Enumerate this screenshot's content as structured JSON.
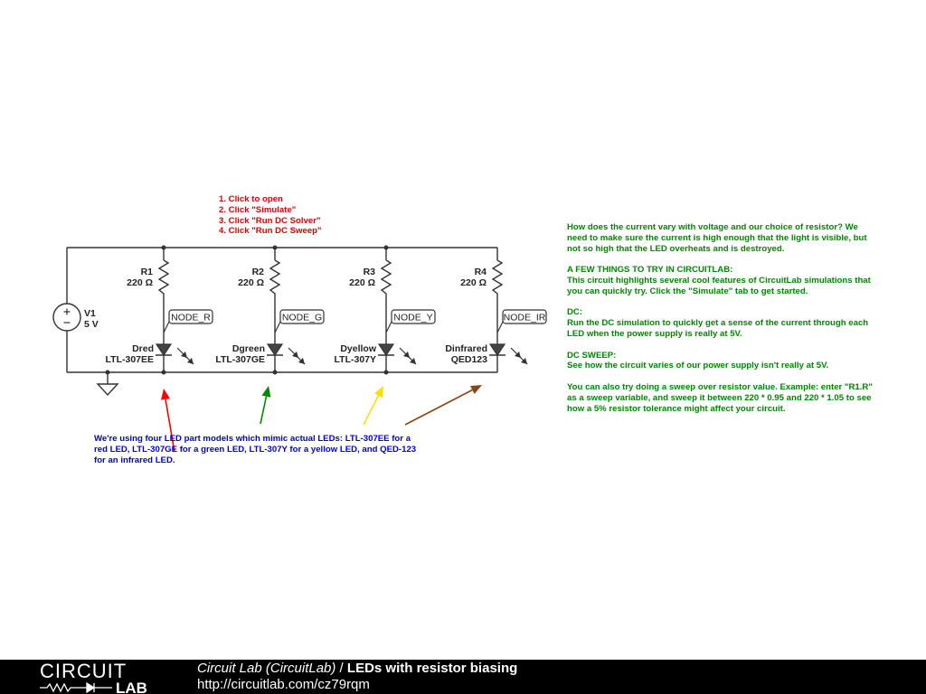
{
  "instructions": [
    "1. Click to open",
    "2. Click \"Simulate\"",
    "3. Click \"Run DC Solver\"",
    "4. Click \"Run DC Sweep\""
  ],
  "source": {
    "name": "V1",
    "value": "5 V"
  },
  "branches": [
    {
      "resistor": "R1",
      "resistance": "220 Ω",
      "node": "NODE_R",
      "diode": "Dred",
      "model": "LTL-307EE"
    },
    {
      "resistor": "R2",
      "resistance": "220 Ω",
      "node": "NODE_G",
      "diode": "Dgreen",
      "model": "LTL-307GE"
    },
    {
      "resistor": "R3",
      "resistance": "220 Ω",
      "node": "NODE_Y",
      "diode": "Dyellow",
      "model": "LTL-307Y"
    },
    {
      "resistor": "R4",
      "resistance": "220 Ω",
      "node": "NODE_IR",
      "diode": "Dinfrared",
      "model": "QED123"
    }
  ],
  "arrow_colors": [
    "#ff0000",
    "#008800",
    "#ffdd00",
    "#8b4513"
  ],
  "blue_note": "We're using four LED part models which mimic actual LEDs: LTL-307EE for a red LED, LTL-307GE for a green LED, LTL-307Y for a yellow LED, and QED-123 for an infrared LED.",
  "green_note": {
    "intro": "How does the current vary with voltage and our choice of resistor? We need to make sure the current is high enough that the light is visible, but not so high that the LED overheats and is destroyed.",
    "try_heading": "A FEW THINGS TO TRY IN CIRCUITLAB:",
    "try_text": "This circuit highlights several cool features of CircuitLab simulations that you can quickly try. Click the \"Simulate\" tab to get started.",
    "dc_heading": "DC:",
    "dc_text": "Run the DC simulation to quickly get a sense of the current through each LED when the power supply is really at 5V.",
    "sweep_heading": "DC SWEEP:",
    "sweep_text": "See how the circuit varies of our power supply isn't really at 5V.",
    "sweep_extra": "You can also try doing a sweep over resistor value. Example: enter \"R1.R\" as a sweep variable, and sweep it between 220 * 0.95 and 220 * 1.05 to see how a 5% resistor tolerance might affect your circuit."
  },
  "footer": {
    "logo_top": "CIRCUIT",
    "logo_bottom": "LAB",
    "title_author": "Circuit Lab (CircuitLab)",
    "title_sep": " / ",
    "title_name": "LEDs with resistor biasing",
    "url": "http://circuitlab.com/cz79rqm"
  },
  "colors": {
    "wire": "#333333",
    "diode": "#444444",
    "instructions": "#e00000",
    "blue_note": "#0000dd",
    "green_note": "#008800",
    "footer_bg": "#000000"
  }
}
